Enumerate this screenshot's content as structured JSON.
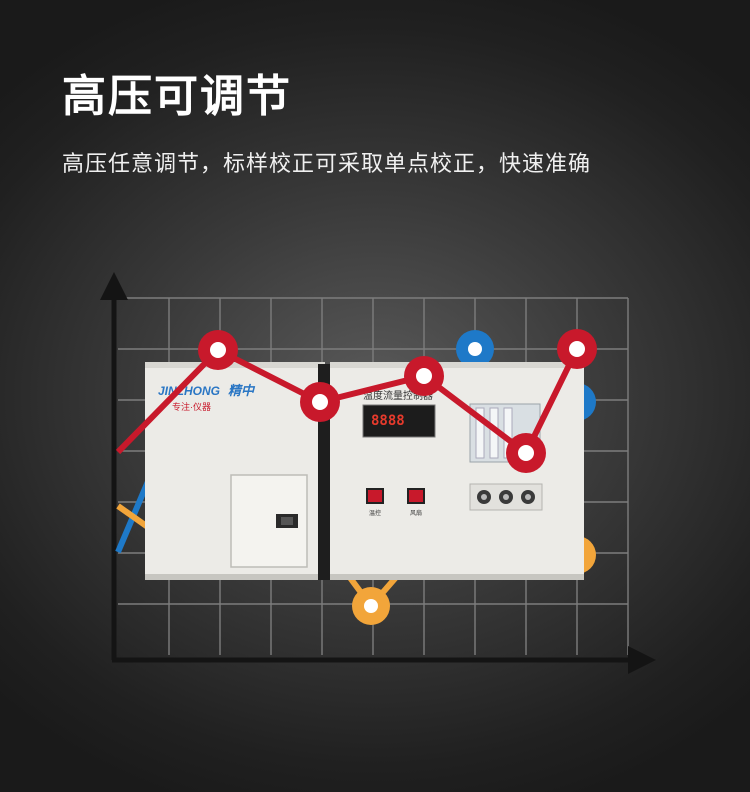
{
  "header": {
    "title": "高压可调节",
    "subtitle": "高压任意调节，标样校正可采取单点校正，快速准确"
  },
  "device": {
    "brand_en": "JINZHONG",
    "brand_cn": "精中",
    "slogan": "专注·仪器",
    "panel_label": "温度流量控制器",
    "display_value": "8888",
    "switch_left_label": "温控",
    "switch_right_label": "风扇"
  },
  "colors": {
    "red": "#c8192b",
    "blue": "#1e79c8",
    "orange": "#f2a53a",
    "background": "#2e2e2e"
  }
}
